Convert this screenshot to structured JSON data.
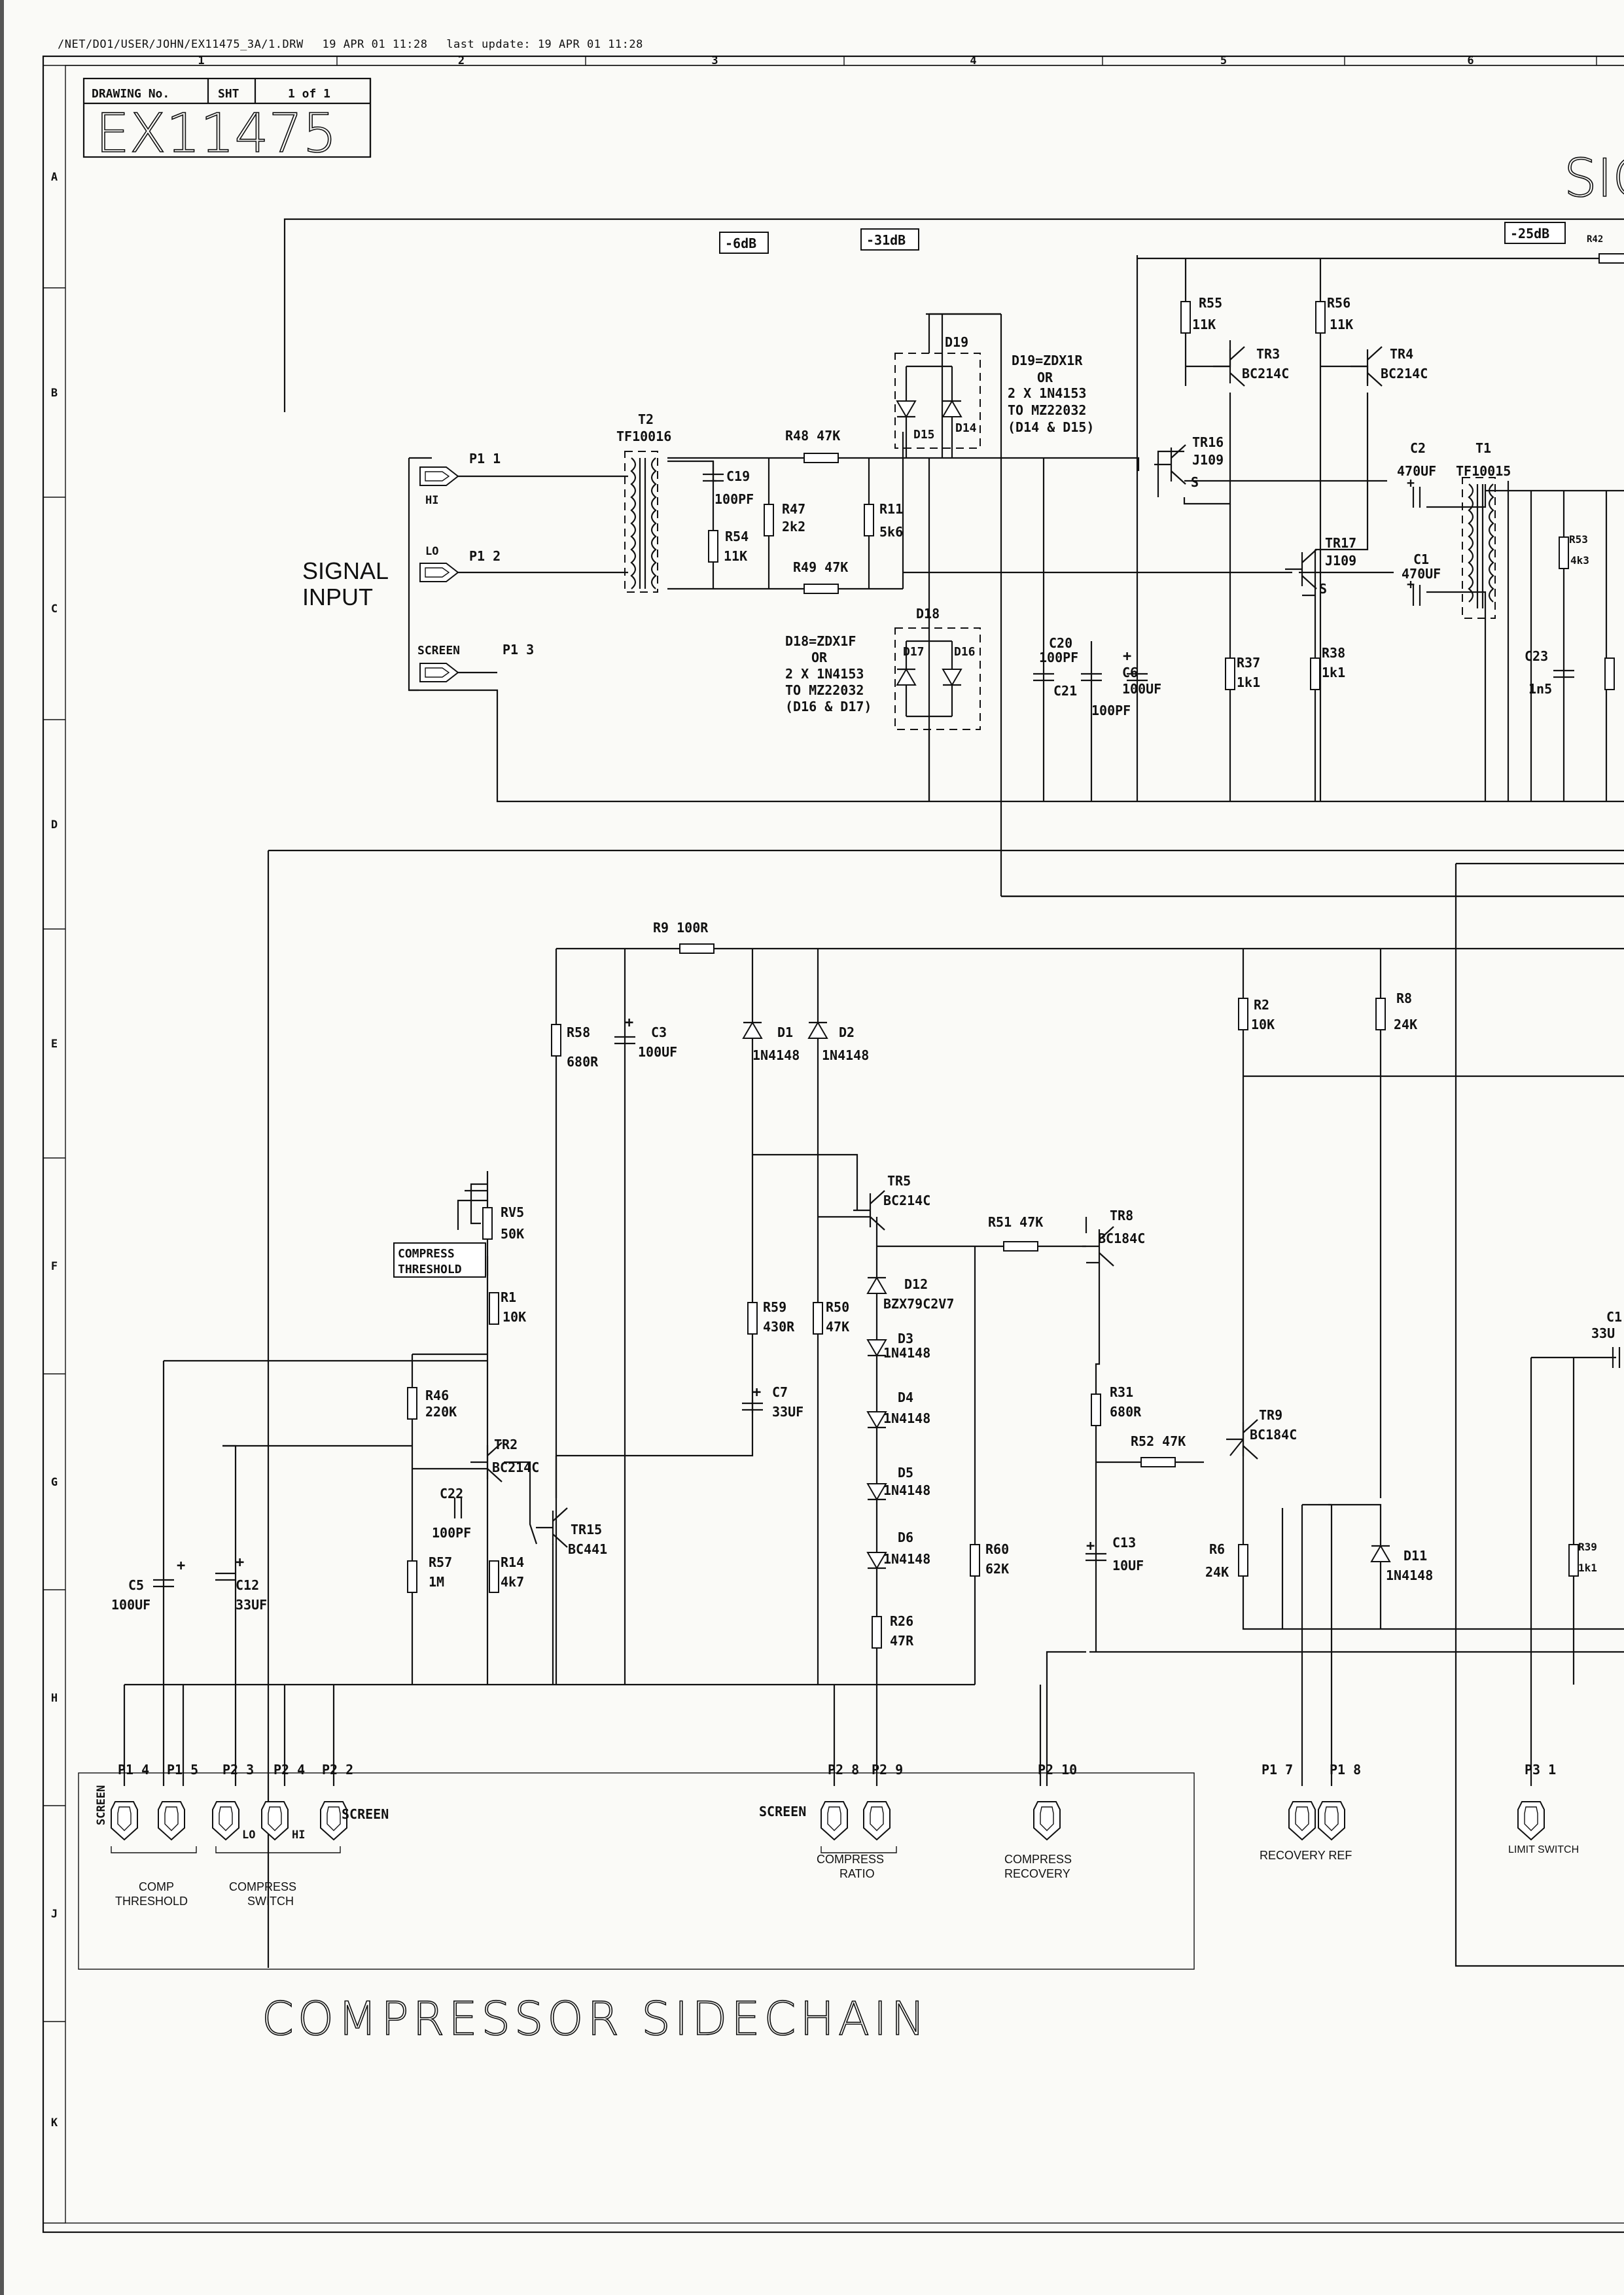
{
  "header": {
    "path": "/NET/DO1/USER/JOHN/EX11475_3A/1.DRW",
    "date": "19 APR 01 11:28",
    "last_update": "last update: 19 APR 01 11:28"
  },
  "grid": {
    "columns": [
      "1",
      "2",
      "3",
      "4",
      "5",
      "6"
    ],
    "rows": [
      "A",
      "B",
      "C",
      "D",
      "E",
      "F",
      "G",
      "H",
      "J",
      "K"
    ]
  },
  "title_block": {
    "drawing_no_label": "DRAWING No.",
    "sheet_label": "SHT",
    "sheet_value": "1 of 1",
    "drawing_no": "EX11475"
  },
  "section_titles": {
    "main": "COMPRESSOR SIDECHAIN",
    "cut_off_right": "SIG"
  },
  "level_tags": [
    "-6dB",
    "-31dB",
    "-25dB"
  ],
  "signal_input": {
    "label_line1": "SIGNAL",
    "label_line2": "INPUT",
    "pins": [
      {
        "pin": "P1 1",
        "name": "HI"
      },
      {
        "pin": "P1 2",
        "name": "LO"
      },
      {
        "pin": "P1 3",
        "name": "SCREEN"
      }
    ]
  },
  "notes": {
    "d19": [
      "D19=ZDX1R",
      "OR",
      "2 X 1N4153",
      "TO MZ22032",
      "(D14 & D15)"
    ],
    "d18": [
      "D18=ZDX1F",
      "OR",
      "2 X 1N4153",
      "TO MZ22032",
      "(D16 & D17)"
    ]
  },
  "components": {
    "T2": [
      "T2",
      "TF10016"
    ],
    "T1": [
      "T1",
      "TF10015"
    ],
    "C19": [
      "C19",
      "100PF"
    ],
    "R54": [
      "R54",
      "11K"
    ],
    "R47": [
      "R47",
      "2k2"
    ],
    "R48": [
      "R48 47K"
    ],
    "R49": [
      "R49 47K"
    ],
    "R11": [
      "R11",
      "5k6"
    ],
    "D19": [
      "D19"
    ],
    "D15": [
      "D15"
    ],
    "D14": [
      "D14"
    ],
    "D18": [
      "D18"
    ],
    "D17": [
      "D17"
    ],
    "D16": [
      "D16"
    ],
    "C20": [
      "C20",
      "100PF"
    ],
    "C21": [
      "C21",
      "100PF"
    ],
    "C6": [
      "C6",
      "100UF"
    ],
    "R55": [
      "R55",
      "11K"
    ],
    "R56": [
      "R56",
      "11K"
    ],
    "TR3": [
      "TR3",
      "BC214C"
    ],
    "TR4": [
      "TR4",
      "BC214C"
    ],
    "TR16": [
      "TR16",
      "J109"
    ],
    "TR17": [
      "TR17",
      "J109"
    ],
    "R37": [
      "R37",
      "1k1"
    ],
    "R38": [
      "R38",
      "1k1"
    ],
    "C2": [
      "C2",
      "470UF"
    ],
    "C1": [
      "C1",
      "470UF"
    ],
    "R53": [
      "R53",
      "4k3"
    ],
    "C23": [
      "C23",
      "1n5"
    ],
    "R42": [
      "R42"
    ],
    "R9": [
      "R9 100R"
    ],
    "R58": [
      "R58",
      "680R"
    ],
    "C3": [
      "C3",
      "100UF"
    ],
    "D1": [
      "D1",
      "1N4148"
    ],
    "D2": [
      "D2",
      "1N4148"
    ],
    "R2": [
      "R2",
      "10K"
    ],
    "R8": [
      "R8",
      "24K"
    ],
    "RV5": [
      "RV5",
      "50K"
    ],
    "COMP_THR_TAG": [
      "COMPRESS",
      "THRESHOLD"
    ],
    "R1": [
      "R1",
      "10K"
    ],
    "TR5": [
      "TR5",
      "BC214C"
    ],
    "R51": [
      "R51 47K"
    ],
    "TR8": [
      "TR8",
      "BC184C"
    ],
    "D12": [
      "D12",
      "BZX79C2V7"
    ],
    "D3": [
      "D3",
      "1N4148"
    ],
    "D4": [
      "D4",
      "1N4148"
    ],
    "D5": [
      "D5",
      "1N4148"
    ],
    "D6": [
      "D6",
      "1N4148"
    ],
    "R59": [
      "R59",
      "430R"
    ],
    "R50": [
      "R50",
      "47K"
    ],
    "C7": [
      "C7",
      "33UF"
    ],
    "R46": [
      "R46",
      "220K"
    ],
    "TR2": [
      "TR2",
      "BC214C"
    ],
    "C22": [
      "C22",
      "100PF"
    ],
    "R57": [
      "R57",
      "1M"
    ],
    "R14": [
      "R14",
      "4k7"
    ],
    "TR15": [
      "TR15",
      "BC441"
    ],
    "C5": [
      "C5",
      "100UF"
    ],
    "C12": [
      "C12",
      "33UF"
    ],
    "R31": [
      "R31",
      "680R"
    ],
    "R52": [
      "R52 47K"
    ],
    "TR9": [
      "TR9",
      "BC184C"
    ],
    "C13": [
      "C13",
      "10UF"
    ],
    "R6": [
      "R6",
      "24K"
    ],
    "D11": [
      "D11",
      "1N4148"
    ],
    "R60": [
      "R60",
      "62K"
    ],
    "R26": [
      "R26",
      "47R"
    ],
    "R39": [
      "R39",
      "1k1"
    ],
    "C1x": [
      "C1",
      "33U"
    ]
  },
  "connectors": [
    {
      "pin": "P1 4"
    },
    {
      "pin": "P1 5"
    },
    {
      "pin": "P2 3"
    },
    {
      "pin": "P2 4"
    },
    {
      "pin": "P2 2"
    },
    {
      "pin": "P2 8"
    },
    {
      "pin": "P2 9"
    },
    {
      "pin": "P2 10"
    },
    {
      "pin": "P1 7"
    },
    {
      "pin": "P1 8"
    },
    {
      "pin": "P3 1"
    }
  ],
  "connector_labels": {
    "screen_left": "SCREEN",
    "lo": "LO",
    "hi": "HI",
    "screen_p22": "SCREEN",
    "screen_p28": "SCREEN",
    "comp_threshold": [
      "COMP",
      "THRESHOLD"
    ],
    "compress_switch": [
      "COMPRESS",
      "SWITCH"
    ],
    "compress_ratio": [
      "COMPRESS",
      "RATIO"
    ],
    "compress_recovery": [
      "COMPRESS",
      "RECOVERY"
    ],
    "recovery_ref": "RECOVERY REF",
    "limit_switch": "LIMIT SWITCH"
  }
}
